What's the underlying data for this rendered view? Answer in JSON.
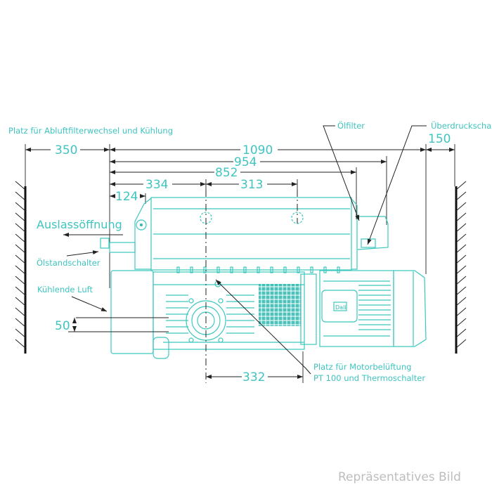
{
  "diagram": {
    "title": "Vakuumpumpe – Einbaumaße",
    "labels": {
      "top_left_note": "Platz für Abluftfilterwechsel und Kühlung",
      "oil_filter": "Ölfilter",
      "overpressure_switch": "Überdruckscha",
      "exhaust_opening": "Auslassöffnung",
      "oil_level_switch": "Ölstandschalter",
      "cooling_air": "Kühlende Luft",
      "motor_note_line1": "Platz für Motorbelüftung",
      "motor_note_line2": "PT 100 und Thermoschalter"
    },
    "dimensions": {
      "left_clearance": "350",
      "total_length": "1090",
      "length_954": "954",
      "length_852": "852",
      "length_334": "334",
      "length_313": "313",
      "length_124": "124",
      "right_clearance": "150",
      "height_50": "50",
      "foot_332": "332"
    },
    "motor_badge": "Dali",
    "watermark": "Repräsentatives Bild"
  }
}
